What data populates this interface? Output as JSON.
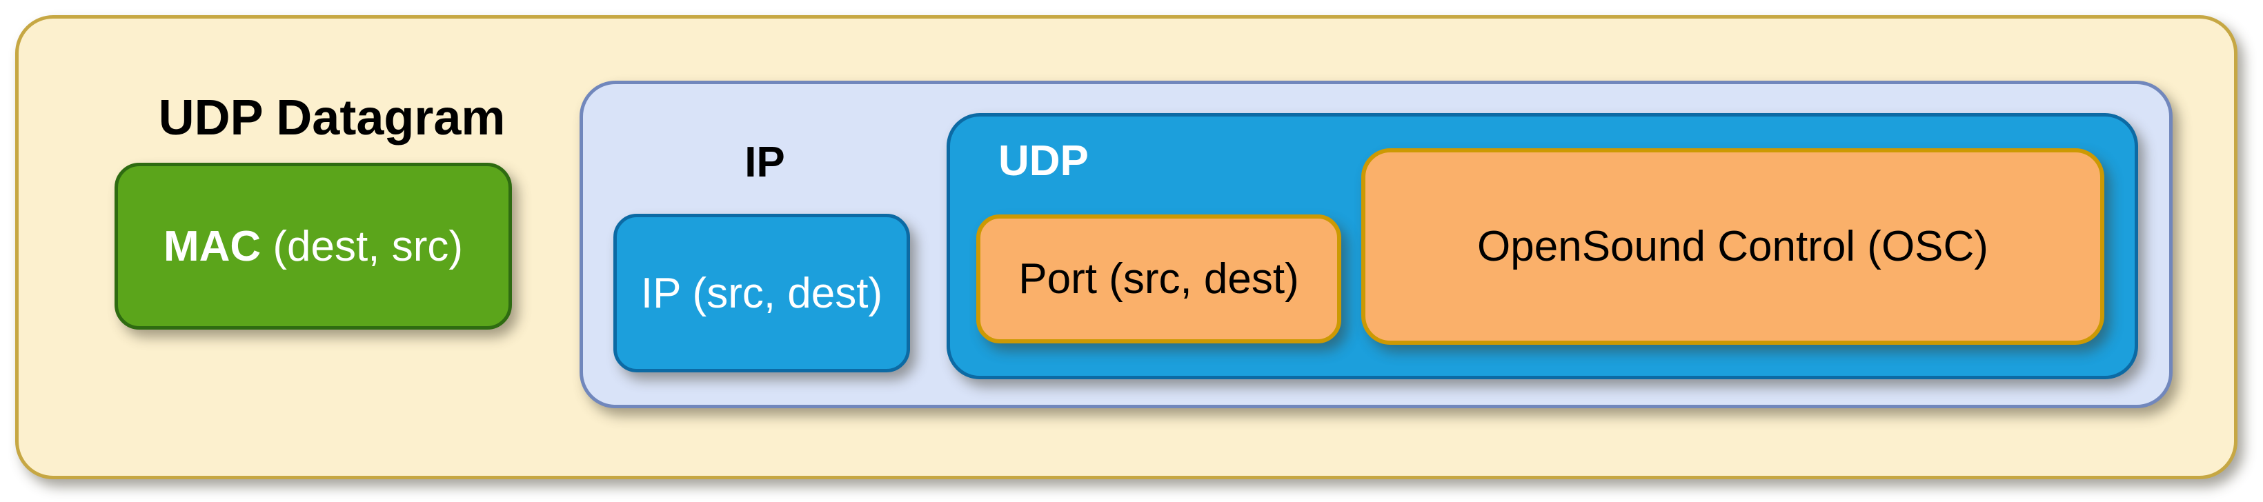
{
  "title": "UDP Datagram",
  "mac": {
    "label_bold": "MAC",
    "label_rest": " (dest, src)"
  },
  "ip": {
    "label": "IP",
    "box_label": "IP (src, dest)"
  },
  "udp": {
    "label": "UDP",
    "port_box_label": "Port (src, dest)",
    "osc_box_label": "OpenSound Control (OSC)"
  },
  "colors": {
    "page_bg": "#ffffff",
    "outer_fill": "#FCF0CE",
    "outer_border": "#C6A743",
    "green_fill": "#5BA51B",
    "green_border": "#2E6B11",
    "lightblue_fill": "#D9E3F8",
    "lightblue_border": "#7187BC",
    "blue_fill": "#1C9FDC",
    "blue_border": "#0C6AA4",
    "orange_fill": "#FAB06A",
    "orange_border": "#CC9903",
    "title_text": "#000000",
    "light_text": "#FFFFFF",
    "dark_text": "#000000"
  }
}
